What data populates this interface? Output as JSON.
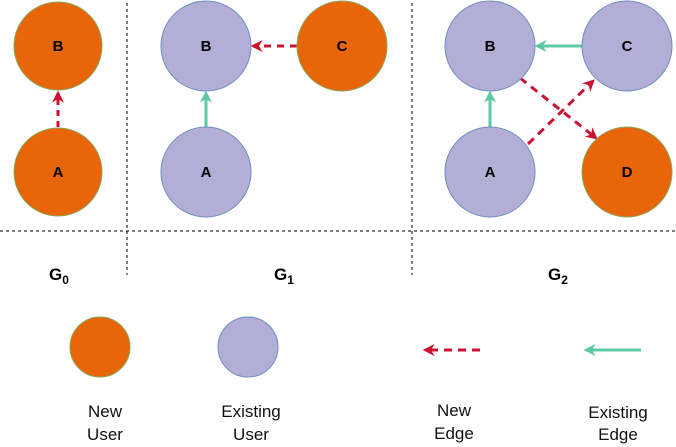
{
  "colors": {
    "new_user_fill": "#E8650A",
    "new_user_stroke": "#8AA855",
    "existing_user_fill": "#B3AED6",
    "existing_user_stroke": "#6C8EBF",
    "new_edge": "#CC1133",
    "existing_edge": "#5EC7A4",
    "divider": "#000000"
  },
  "graphs": [
    {
      "id": "G0",
      "label_main": "G",
      "label_sub": "0",
      "nodes": [
        {
          "id": "B0",
          "label": "B",
          "type": "new"
        },
        {
          "id": "A0",
          "label": "A",
          "type": "new"
        }
      ],
      "edges": [
        {
          "from": "A",
          "to": "B",
          "type": "new"
        }
      ]
    },
    {
      "id": "G1",
      "label_main": "G",
      "label_sub": "1",
      "nodes": [
        {
          "id": "B1",
          "label": "B",
          "type": "existing"
        },
        {
          "id": "C1",
          "label": "C",
          "type": "new"
        },
        {
          "id": "A1",
          "label": "A",
          "type": "existing"
        }
      ],
      "edges": [
        {
          "from": "C",
          "to": "B",
          "type": "new"
        },
        {
          "from": "A",
          "to": "B",
          "type": "existing"
        }
      ]
    },
    {
      "id": "G2",
      "label_main": "G",
      "label_sub": "2",
      "nodes": [
        {
          "id": "B2",
          "label": "B",
          "type": "existing"
        },
        {
          "id": "C2",
          "label": "C",
          "type": "existing"
        },
        {
          "id": "A2",
          "label": "A",
          "type": "existing"
        },
        {
          "id": "D2",
          "label": "D",
          "type": "new"
        }
      ],
      "edges": [
        {
          "from": "C",
          "to": "B",
          "type": "existing"
        },
        {
          "from": "A",
          "to": "B",
          "type": "existing"
        },
        {
          "from": "A",
          "to": "C",
          "type": "new"
        },
        {
          "from": "B",
          "to": "D",
          "type": "new"
        }
      ]
    }
  ],
  "legend": {
    "new_user": {
      "line1": "New",
      "line2": "User"
    },
    "existing_user": {
      "line1": "Existing",
      "line2": "User"
    },
    "new_edge": {
      "line1": "New",
      "line2": "Edge"
    },
    "existing_edge": {
      "line1": "Existing",
      "line2": "Edge"
    }
  }
}
